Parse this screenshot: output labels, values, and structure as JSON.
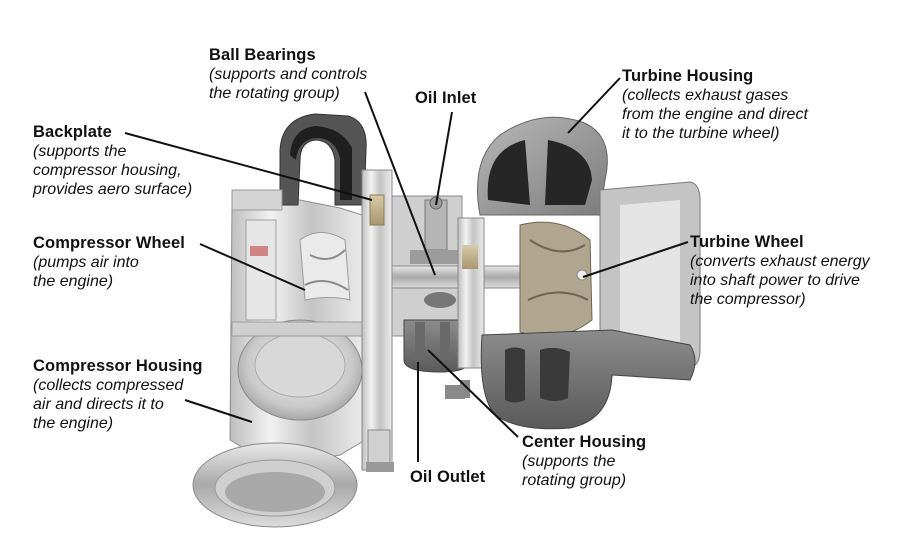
{
  "diagram": {
    "subject": "Turbocharger cutaway",
    "labels": [
      {
        "id": "ball-bearings",
        "title": "Ball Bearings",
        "desc": "(supports and controls\nthe rotating group)"
      },
      {
        "id": "oil-inlet",
        "title": "Oil Inlet",
        "desc": ""
      },
      {
        "id": "turbine-housing",
        "title": "Turbine Housing",
        "desc": "(collects exhaust gases\nfrom the engine and direct\nit to the turbine wheel)"
      },
      {
        "id": "backplate",
        "title": "Backplate",
        "desc": "(supports the\ncompressor housing,\nprovides aero surface)"
      },
      {
        "id": "compressor-wheel",
        "title": "Compressor Wheel",
        "desc": "(pumps air into\nthe engine)"
      },
      {
        "id": "turbine-wheel",
        "title": "Turbine Wheel",
        "desc": "(converts exhaust energy\ninto shaft power to drive\nthe compressor)"
      },
      {
        "id": "compressor-housing",
        "title": "Compressor Housing",
        "desc": "(collects compressed\nair and directs it to\nthe engine)"
      },
      {
        "id": "center-housing",
        "title": "Center Housing",
        "desc": "(supports the\nrotating group)"
      },
      {
        "id": "oil-outlet",
        "title": "Oil Outlet",
        "desc": ""
      }
    ],
    "colors": {
      "background": "#ffffff",
      "text": "#111111",
      "leader_line": "#111111",
      "polished_metal": "#d9d9d9",
      "cast_iron": "#8a8a8a",
      "dark_cavity": "#222222"
    }
  }
}
